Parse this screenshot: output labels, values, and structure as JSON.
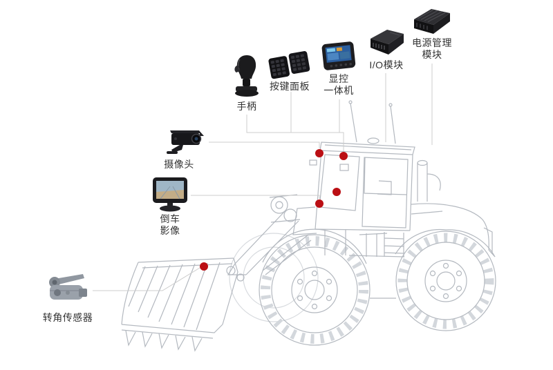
{
  "diagram": {
    "title_implicit": "",
    "colors": {
      "background": "#ffffff",
      "marker_red": "#bb0f14",
      "connector_line": "#cccccc",
      "sketch_gray": "#b3b8bf",
      "label_text": "#333333"
    },
    "devices": [
      {
        "id": "joystick",
        "label": "手柄",
        "icon": "joystick-icon"
      },
      {
        "id": "keypad",
        "label": "按键面板",
        "icon": "keypad-icon"
      },
      {
        "id": "display-unit",
        "label": "显控\n一体机",
        "icon": "display-unit-icon"
      },
      {
        "id": "io-module",
        "label": "I/O模块",
        "icon": "io-module-icon"
      },
      {
        "id": "power-module",
        "label": "电源管理\n模块",
        "icon": "power-module-icon"
      },
      {
        "id": "camera",
        "label": "摄像头",
        "icon": "camera-icon"
      },
      {
        "id": "rear-view",
        "label": "倒车\n影像",
        "icon": "rear-view-monitor-icon"
      },
      {
        "id": "angle-sensor",
        "label": "转角传感器",
        "icon": "angle-sensor-icon"
      }
    ]
  }
}
